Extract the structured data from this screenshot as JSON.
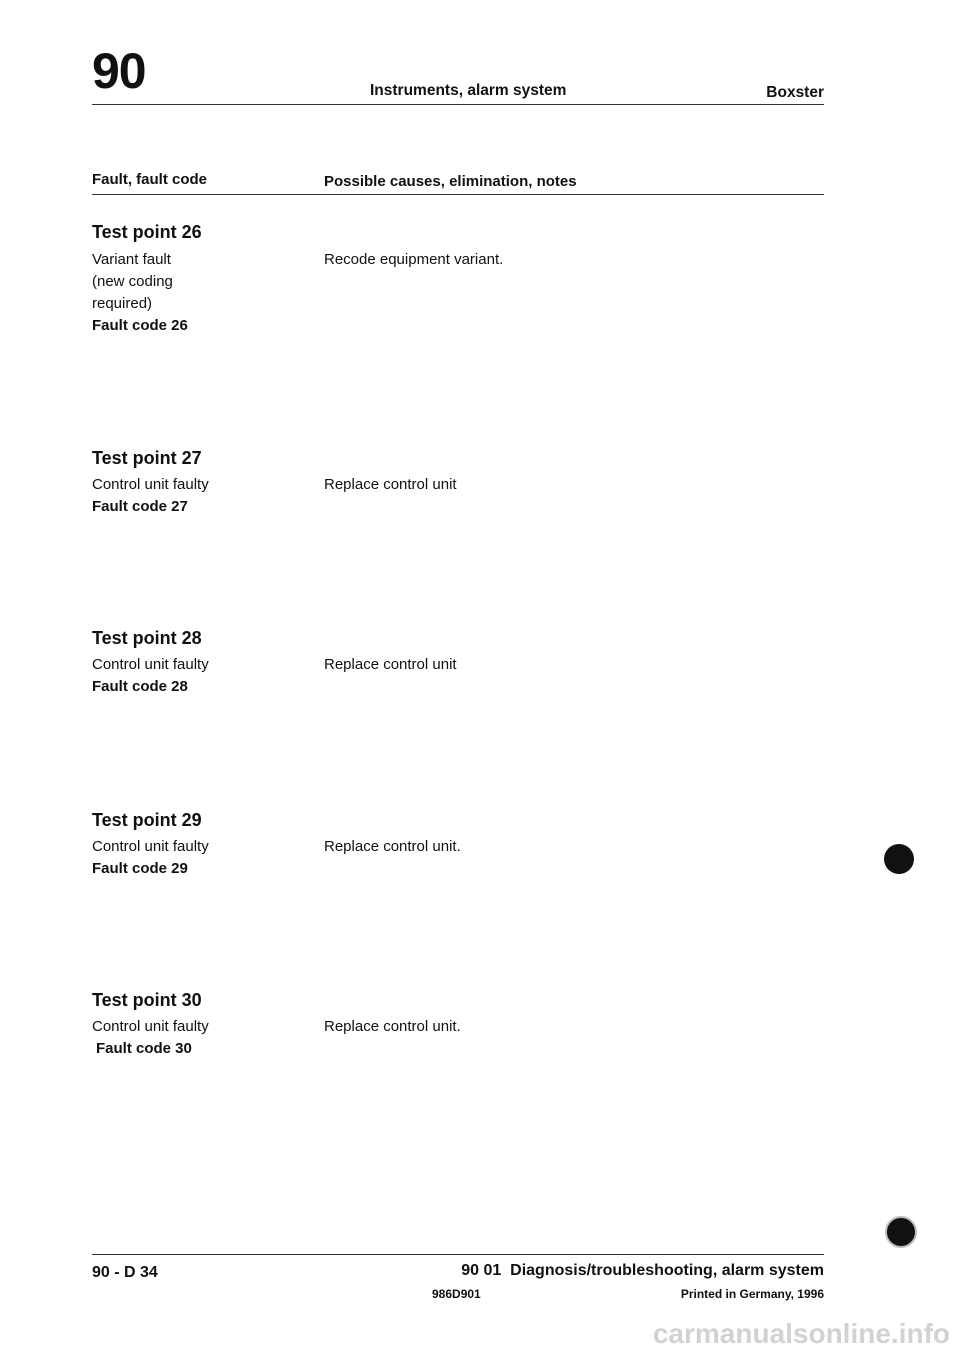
{
  "header": {
    "group_number": "90",
    "title": "Instruments, alarm system",
    "model": "Boxster"
  },
  "columns": {
    "left": "Fault, fault code",
    "right": "Possible causes, elimination, notes"
  },
  "test_points": [
    {
      "title": "Test point 26",
      "description_lines": [
        "Variant fault",
        "(new coding",
        "required)"
      ],
      "fault_code": "Fault code 26",
      "action": "Recode equipment variant."
    },
    {
      "title": "Test point 27",
      "description_lines": [
        "Control unit faulty"
      ],
      "fault_code": "Fault code 27",
      "action": "Replace control unit"
    },
    {
      "title": "Test point 28",
      "description_lines": [
        "Control unit faulty"
      ],
      "fault_code": "Fault code 28",
      "action": "Replace control unit"
    },
    {
      "title": "Test point 29",
      "description_lines": [
        "Control unit faulty"
      ],
      "fault_code": "Fault code 29",
      "action": "Replace control unit."
    },
    {
      "title": "Test point 30",
      "description_lines": [
        "Control unit faulty"
      ],
      "fault_code": "Fault code 30",
      "action": "Replace control unit."
    }
  ],
  "footer": {
    "page": "90 - D 34",
    "section": "90 01  Diagnosis/troubleshooting, alarm system",
    "doc_number": "986D901",
    "printed": "Printed in Germany, 1996"
  },
  "watermark": "carmanualsonline.info"
}
